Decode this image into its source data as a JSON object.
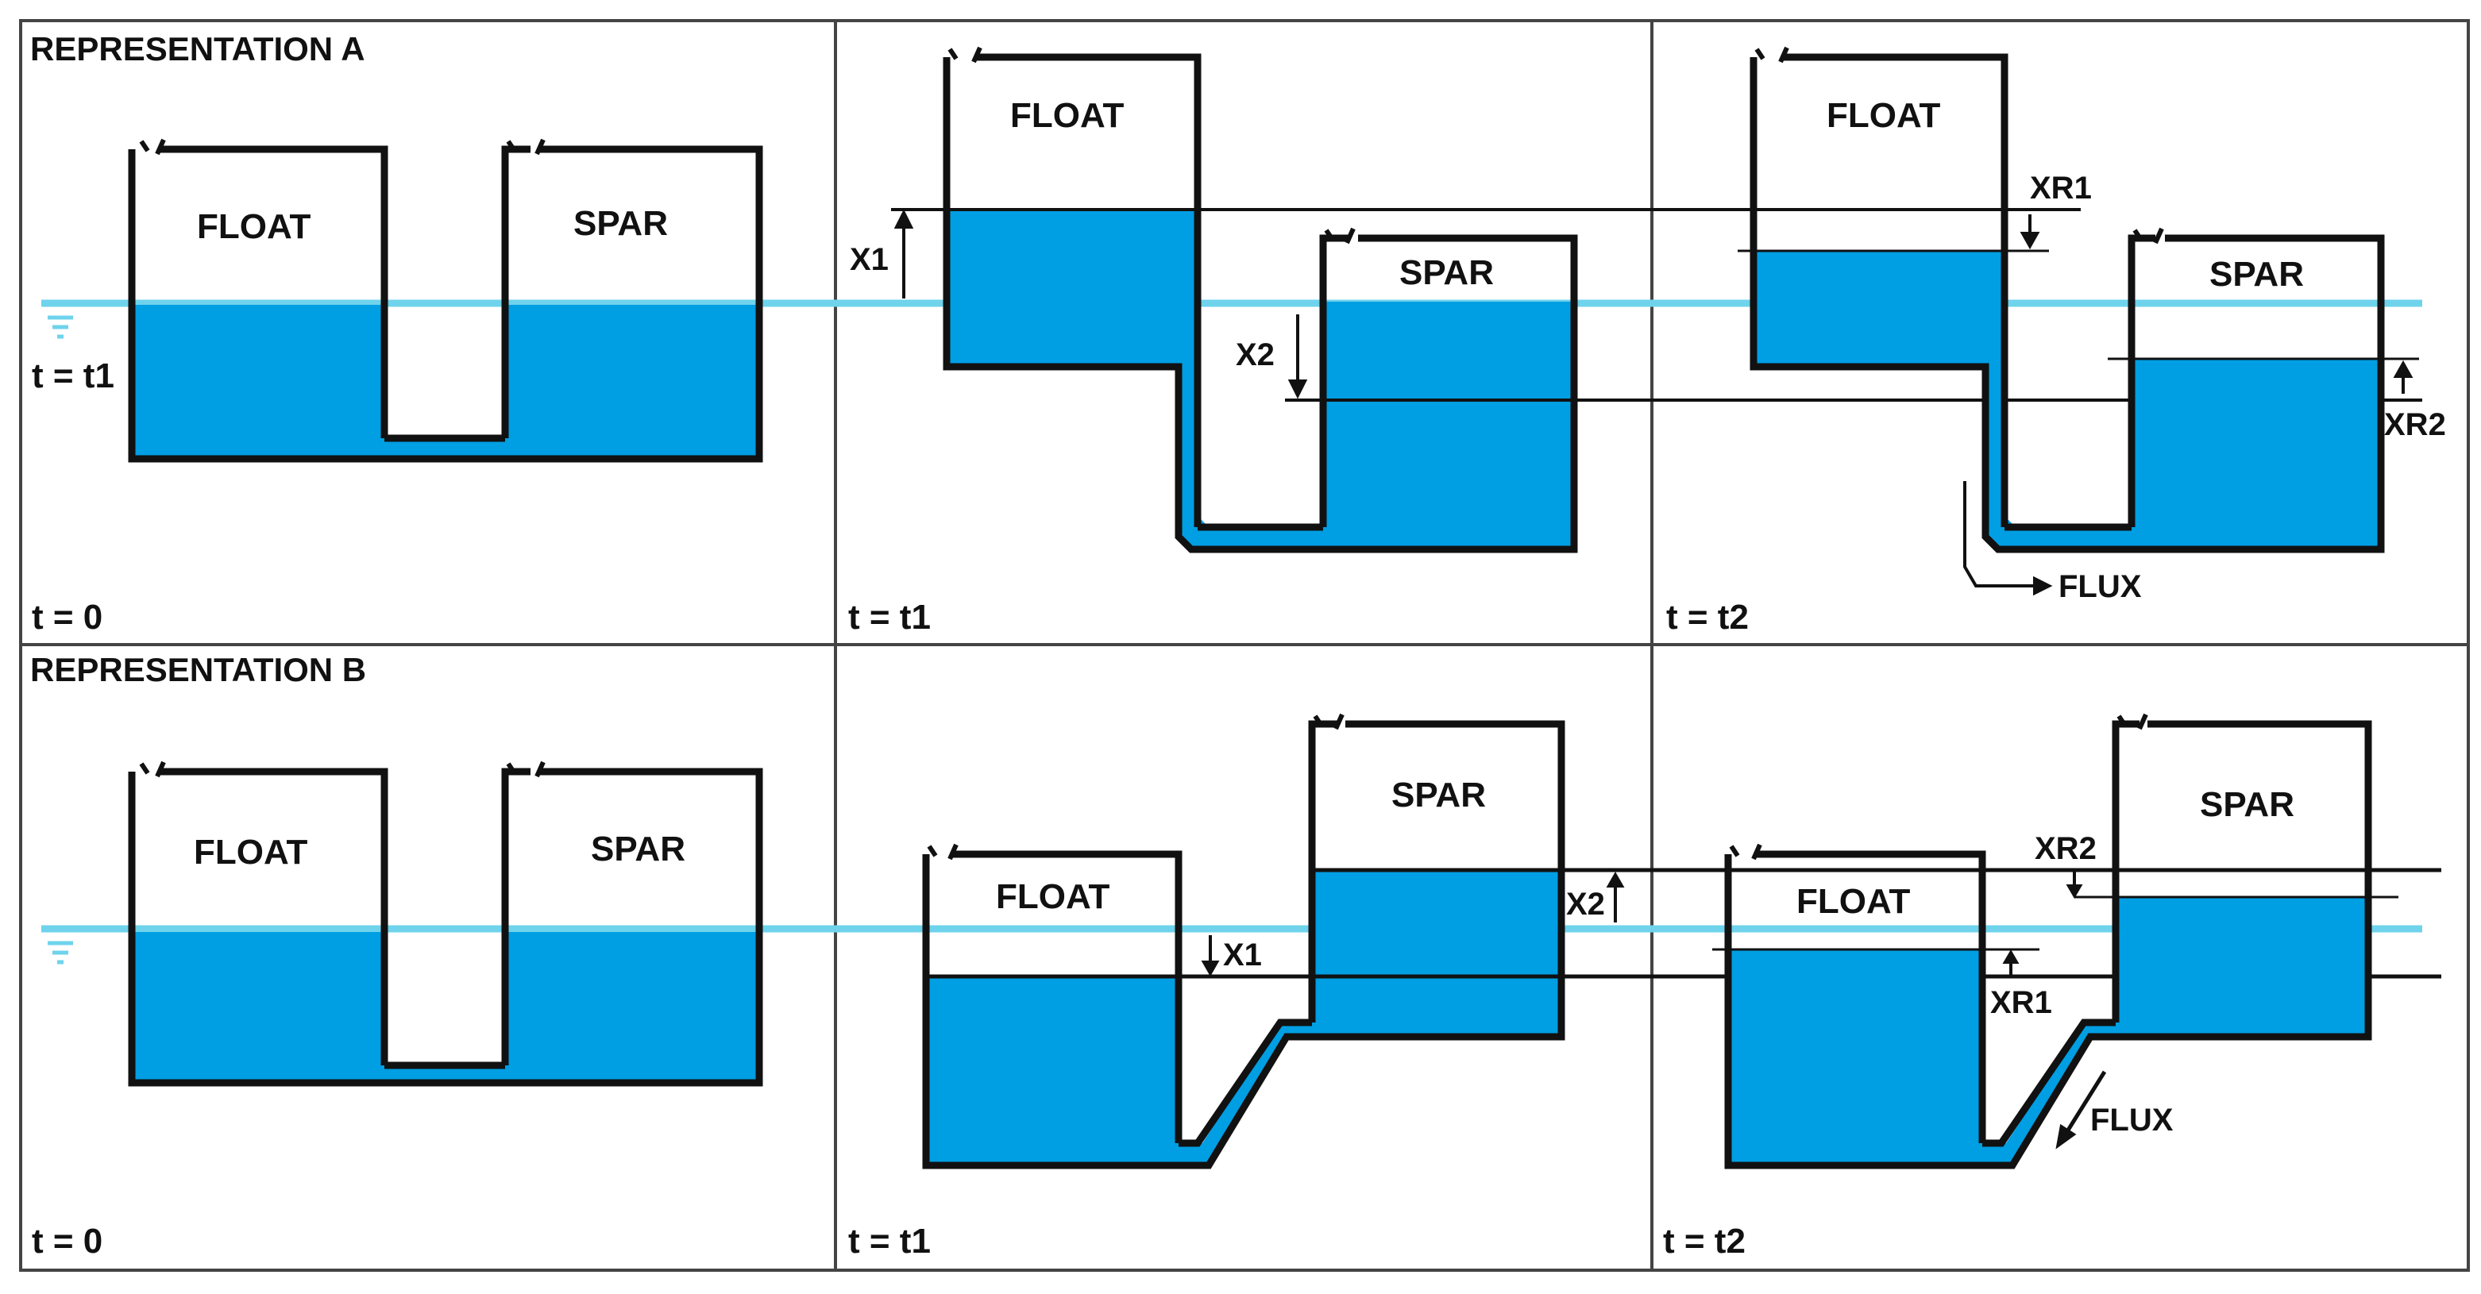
{
  "rows": [
    {
      "heading": "REPRESENTATION A",
      "panels": [
        {
          "time": "t = 0",
          "float": "FLOAT",
          "spar": "SPAR",
          "level": "t = t1"
        },
        {
          "time": "t = t1",
          "float": "FLOAT",
          "spar": "SPAR",
          "x1": "X1",
          "x2": "X2"
        },
        {
          "time": "t = t2",
          "float": "FLOAT",
          "spar": "SPAR",
          "xr1": "XR1",
          "xr2": "XR2",
          "flux": "FLUX"
        }
      ]
    },
    {
      "heading": "REPRESENTATION B",
      "panels": [
        {
          "time": "t = 0",
          "float": "FLOAT",
          "spar": "SPAR"
        },
        {
          "time": "t = t1",
          "float": "FLOAT",
          "spar": "SPAR",
          "x1": "X1",
          "x2": "X2"
        },
        {
          "time": "t = t2",
          "float": "FLOAT",
          "spar": "SPAR",
          "xr1": "XR1",
          "xr2": "XR2",
          "flux": "FLUX"
        }
      ]
    }
  ],
  "colors": {
    "water": "#009ee3",
    "waterline": "#6fd3ec",
    "outline": "#111111",
    "grid": "#444444"
  }
}
